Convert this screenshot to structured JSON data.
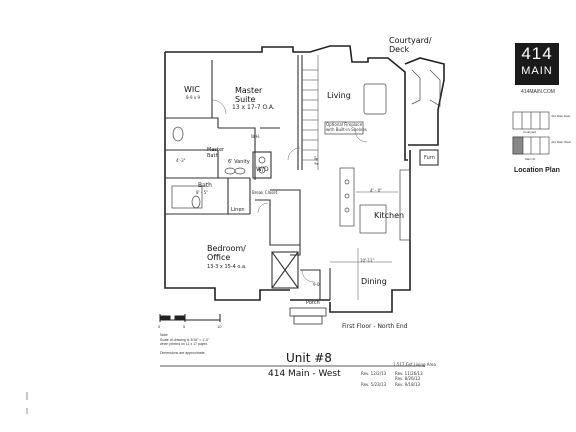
{
  "brand": {
    "number": "414",
    "word": "MAIN",
    "url": "414MAIN.COM"
  },
  "location_plan": {
    "title": "Location Plan",
    "label_top": "414 Main East",
    "label_bottom": "414 Main West",
    "courtyard": "Courtyard",
    "street": "Main St"
  },
  "rooms": {
    "courtyard_deck": "Courtyard/\nDeck",
    "living": "Living",
    "master_suite": "Master\nSuite",
    "master_suite_dims": "13 x 17-7 O.A.",
    "wic": "WIC",
    "wic_dims": "8-9 x 9",
    "master_bath": "Master\nBath",
    "vanity": "6' Vanity",
    "wh": "W.H.",
    "wd": "W/D",
    "bath": "Bath",
    "bath_dims": "8' - 5\"",
    "linen": "Linen",
    "kitchen": "Kitchen",
    "fun": "Furn",
    "bedroom": "Bedroom/\nOffice",
    "bedroom_dims": "13-3 x 15-4 o.a.",
    "dining": "Dining",
    "dining_dims": "10'-11\"",
    "porch": "Porch",
    "fireplace_note": "Optional Fireplace\nwith Built-in Shelves",
    "break_closet": "Break Closet",
    "dim_49": "4'-9\"",
    "dim_43": "4'-3\"",
    "dim_9": "9-0",
    "dim_4": "4' - 0\""
  },
  "first_floor": "First Floor - North End",
  "scale": {
    "ticks": [
      "0",
      "5",
      "10"
    ],
    "note": "Note:\nScale of drawing is 3/16\" = 1'-0\"\nwhen printed on 11 x 17 paper.\n\nDimensions are approximate."
  },
  "unit": {
    "title": "Unit #8",
    "subtitle": "414 Main - West"
  },
  "revisions": {
    "area": "1,517 Gsf Living Area",
    "rev1": "Rev. 12/2/13",
    "rev2": "Rev. 11/26/13",
    "rev3": "Rev. 8/26/13",
    "rev4": "Rev. 5/23/13",
    "rev5": "Rev. 9/18/13"
  }
}
